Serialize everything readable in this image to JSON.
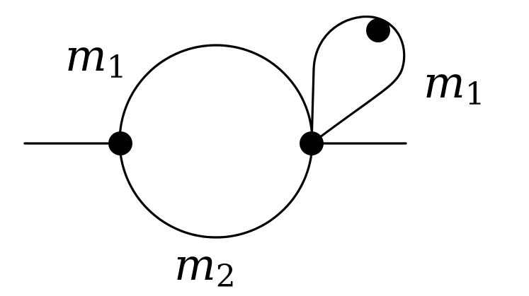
{
  "labels": {
    "upper_arc": {
      "base": "m",
      "sub": "1"
    },
    "lower_arc": {
      "base": "m",
      "sub": "2"
    },
    "tadpole_loop": {
      "base": "m",
      "sub": "1"
    }
  },
  "colors": {
    "line": "#000000",
    "background": "#ffffff"
  }
}
